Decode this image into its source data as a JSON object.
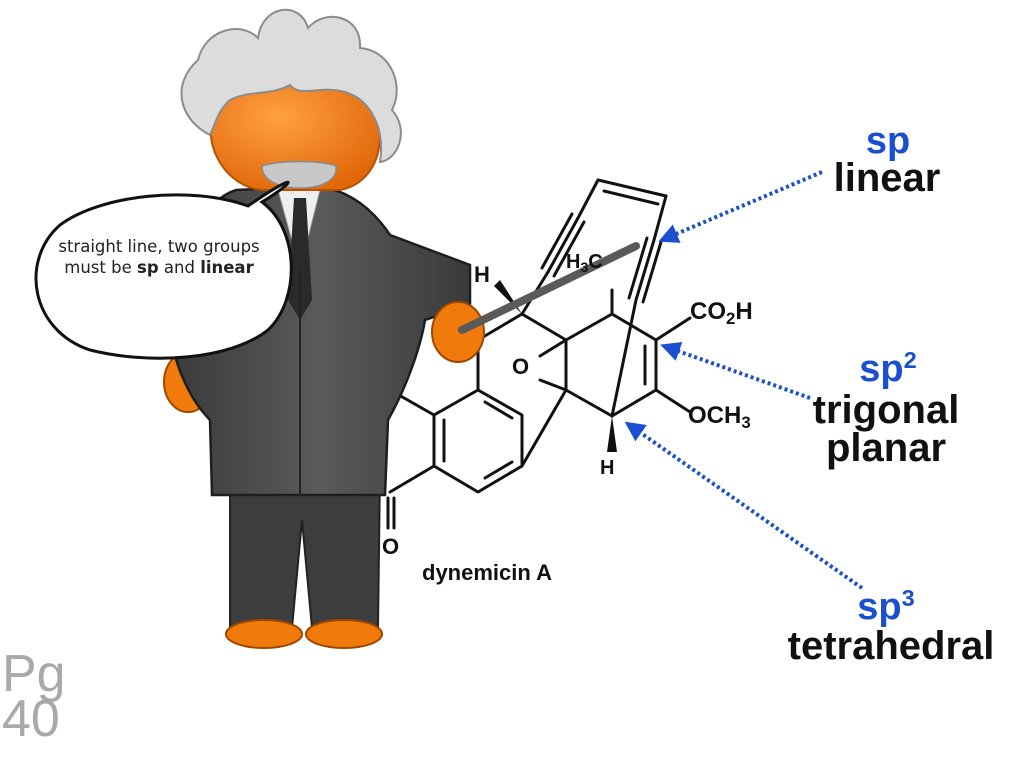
{
  "speech_bubble": {
    "part1": "straight line, two groups must be ",
    "bold1": "sp",
    "part2": " and ",
    "bold2": "linear"
  },
  "molecule": {
    "name": "dynemicin A",
    "atom_h_top": "H",
    "atom_h3c": "H",
    "atom_h3c_sub": "3",
    "atom_h3c_c": "C",
    "atom_o_epoxide": "O",
    "atom_o_left": "O",
    "atom_h_bottom": "H",
    "group_co2h_a": "CO",
    "group_co2h_sub": "2",
    "group_co2h_b": "H",
    "group_och3_a": "OCH",
    "group_och3_sub": "3"
  },
  "labels": {
    "sp": {
      "hybrid": "sp",
      "geometry": "linear"
    },
    "sp2": {
      "hybrid": "sp",
      "sup": "2",
      "geometry_line1": "trigonal",
      "geometry_line2": "planar"
    },
    "sp3": {
      "hybrid": "sp",
      "sup": "3",
      "geometry": "tetrahedral"
    }
  },
  "page_label": {
    "line1": "Pg",
    "line2": "40"
  },
  "colors": {
    "blue": "#1a4fd0",
    "orange": "#f07b0c",
    "suit": "#4a4a4a",
    "hair": "#d8d8d8",
    "page_label": "#a9a9a9"
  }
}
